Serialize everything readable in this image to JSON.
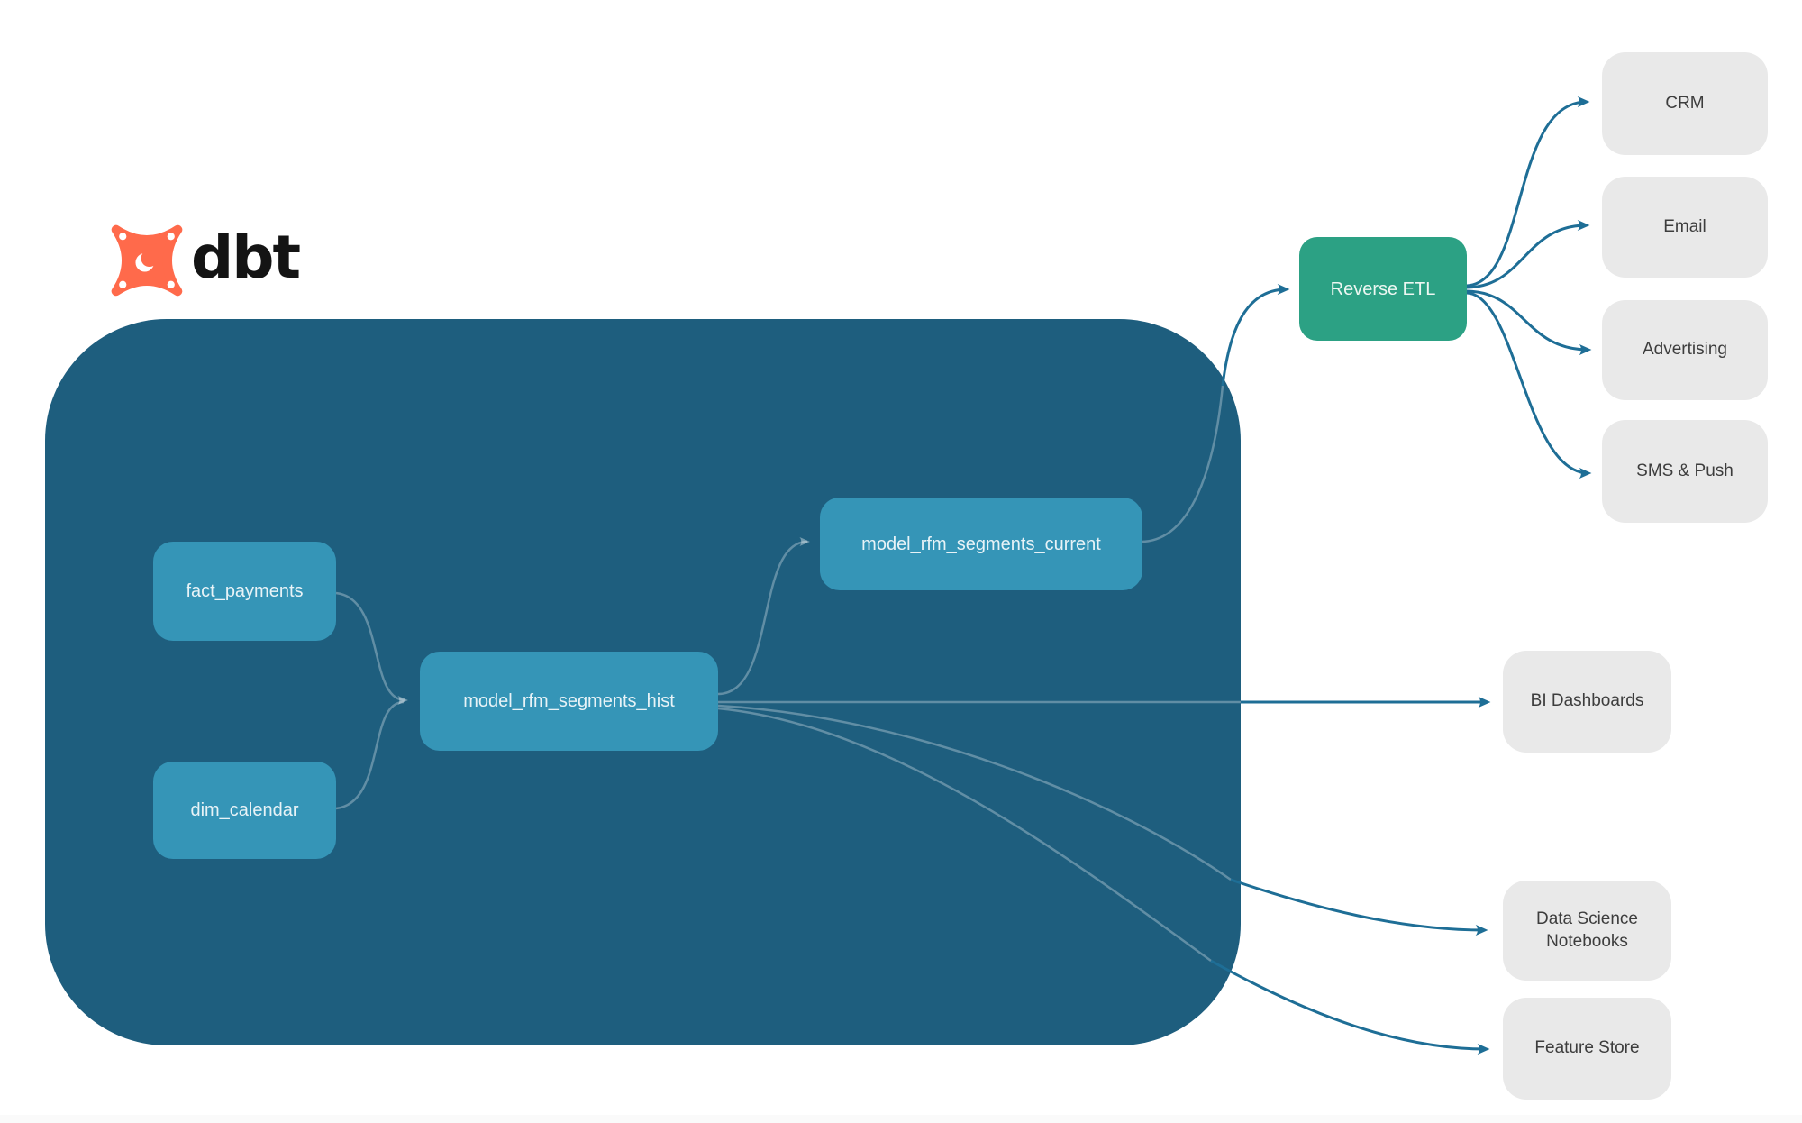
{
  "logo": {
    "text": "dbt"
  },
  "colors": {
    "warehouse_bg": "#1e5e7e",
    "model_node": "#3595b7",
    "reverse_etl": "#2ca184",
    "destination_box": "#e9e9e9",
    "connector": "#1e6e96",
    "dbt_orange": "#ff6a4b"
  },
  "nodes": {
    "fact_payments": {
      "label": "fact_payments"
    },
    "dim_calendar": {
      "label": "dim_calendar"
    },
    "hist": {
      "label": "model_rfm_segments_hist"
    },
    "current": {
      "label": "model_rfm_segments_current"
    },
    "reverse_etl": {
      "label": "Reverse ETL"
    },
    "crm": {
      "label": "CRM"
    },
    "email": {
      "label": "Email"
    },
    "advertising": {
      "label": "Advertising"
    },
    "sms_push": {
      "label": "SMS & Push"
    },
    "bi_dashboards": {
      "label": "BI Dashboards"
    },
    "ds_notebooks": {
      "label": "Data Science Notebooks"
    },
    "feature_store": {
      "label": "Feature Store"
    }
  }
}
